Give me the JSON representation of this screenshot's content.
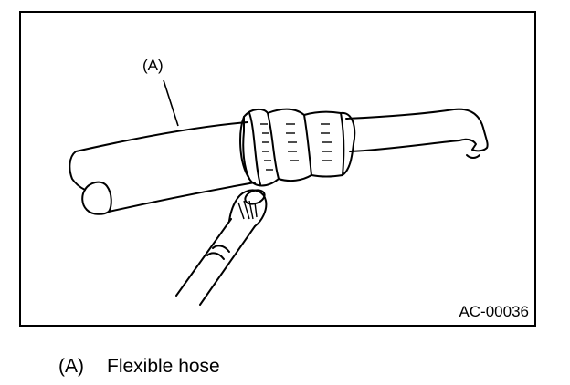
{
  "figure": {
    "callout_label": "(A)",
    "figure_code": "AC-00036"
  },
  "legend": {
    "items": [
      {
        "key": "(A)",
        "text": "Flexible hose"
      }
    ]
  }
}
